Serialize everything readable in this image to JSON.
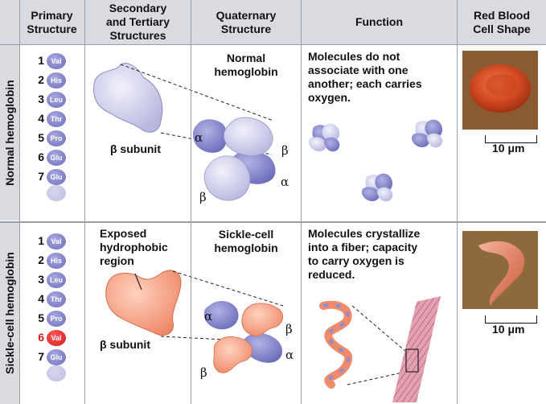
{
  "headers": [
    "Primary\nStructure",
    "Secondary\nand Tertiary\nStructures",
    "Quaternary\nStructure",
    "Function",
    "Red Blood\nCell Shape"
  ],
  "rows": [
    {
      "label": "Normal hemoglobin",
      "primary": [
        {
          "n": "1",
          "aa": "Val"
        },
        {
          "n": "2",
          "aa": "His"
        },
        {
          "n": "3",
          "aa": "Leu"
        },
        {
          "n": "4",
          "aa": "Thr"
        },
        {
          "n": "5",
          "aa": "Pro"
        },
        {
          "n": "6",
          "aa": "Glu"
        },
        {
          "n": "7",
          "aa": "Glu"
        }
      ],
      "subunit_label": "β subunit",
      "quaternary_title": "Normal\nhemoglobin",
      "chain_labels": [
        "α",
        "β",
        "α",
        "β"
      ],
      "function": "Molecules do not\nassociate with one\nanother; each carries\noxygen.",
      "scale_label": "10 μm"
    },
    {
      "label": "Sickle-cell hemoglobin",
      "primary": [
        {
          "n": "1",
          "aa": "Val"
        },
        {
          "n": "2",
          "aa": "His"
        },
        {
          "n": "3",
          "aa": "Leu"
        },
        {
          "n": "4",
          "aa": "Thr"
        },
        {
          "n": "5",
          "aa": "Pro"
        },
        {
          "n": "6",
          "aa": "Val",
          "highlight": true
        },
        {
          "n": "7",
          "aa": "Glu"
        }
      ],
      "exposed_label": "Exposed\nhydrophobic\nregion",
      "subunit_label": "β subunit",
      "quaternary_title": "Sickle-cell\nhemoglobin",
      "chain_labels": [
        "α",
        "β",
        "α",
        "β"
      ],
      "function": "Molecules crystallize\ninto a fiber; capacity\nto carry oxygen is\nreduced.",
      "scale_label": "10 μm"
    }
  ],
  "colors": {
    "normal_protein": "#c9c9ea",
    "alpha_chain": "#8c8cd0",
    "sickle_protein": "#f5a385",
    "mutant_residue": "#d21818",
    "header_bg": "#dadbe0"
  }
}
